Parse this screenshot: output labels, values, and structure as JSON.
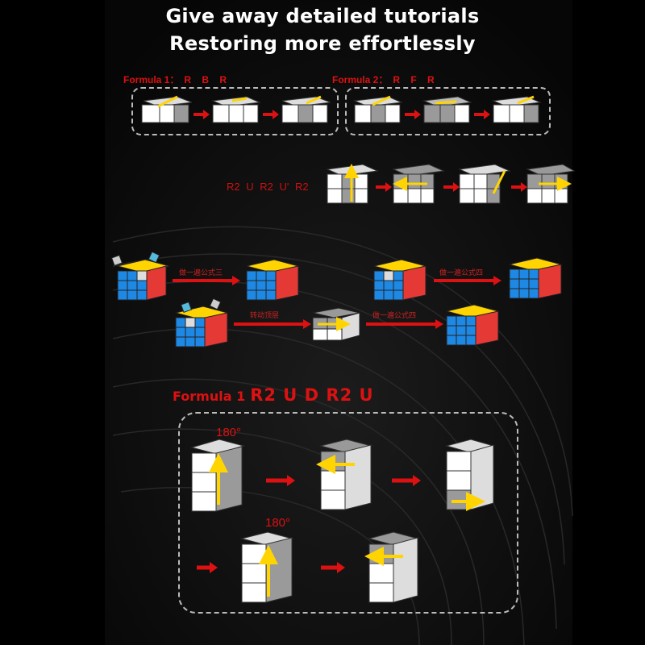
{
  "header": {
    "line1": "Give away detailed tutorials",
    "line2": "Restoring more effortlessly"
  },
  "formula_top_1": {
    "label": "Formula 1：",
    "moves": "R B R"
  },
  "formula_top_2": {
    "label": "Formula 2：",
    "moves": "R F R"
  },
  "sequence": {
    "moves": "R2 U R2 U' R2"
  },
  "formula_bottom": {
    "label": "Formula 1",
    "moves": "R2 U D R2 U"
  },
  "angles": {
    "first": "180°",
    "second": "180°"
  },
  "chinese_labels": {
    "step_a": "做一遍公式三",
    "step_b": "做一遍公式四",
    "step_c": "转动顶层",
    "step_d": "做一遍公式四"
  },
  "colors": {
    "accent_red": "#dd1111",
    "arrow_yellow": "#ffd400",
    "cube_white": "#ffffff",
    "cube_gray": "#9a9a9a",
    "cube_blue": "#1e88e5",
    "cube_yellow": "#ffd400",
    "cube_red": "#e53935"
  }
}
